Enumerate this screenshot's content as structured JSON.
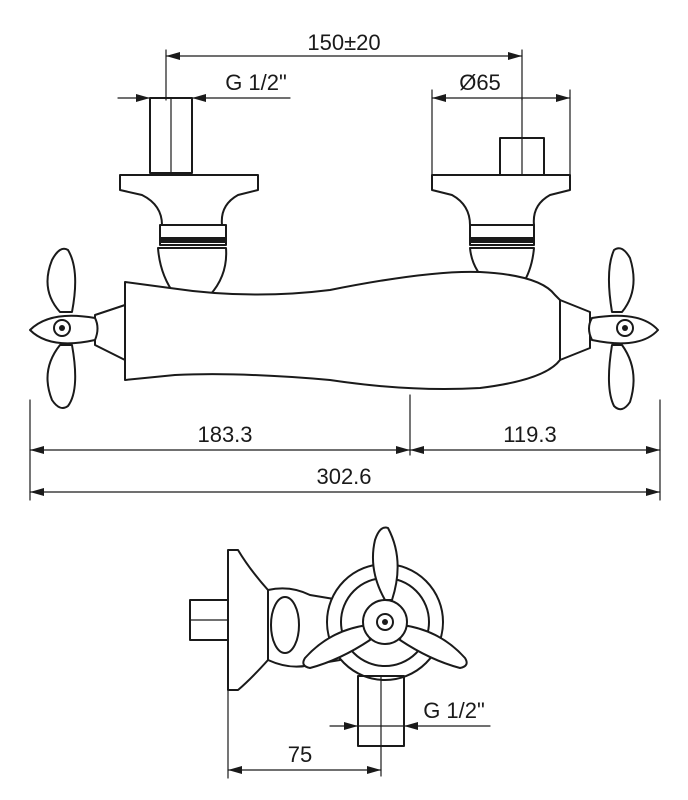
{
  "dimensions": {
    "center_distance": "150±20",
    "inlet_thread_left": "G 1/2\"",
    "flange_diameter": "Ø65",
    "left_length": "183.3",
    "right_length": "119.3",
    "total_length": "302.6",
    "outlet_thread": "G 1/2\"",
    "projection": "75"
  },
  "colors": {
    "line": "#1a1a1a",
    "background": "#ffffff"
  }
}
